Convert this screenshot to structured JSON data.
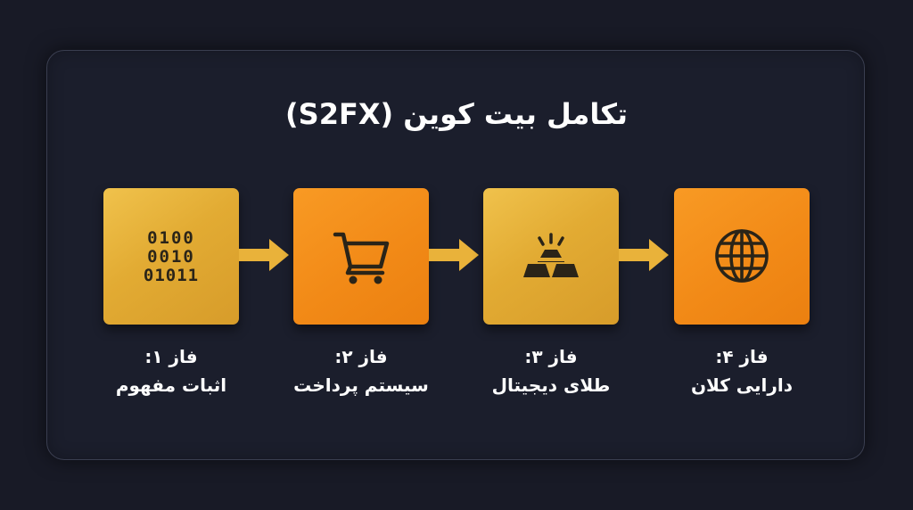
{
  "title": "تکامل بیت کوین (S2FX)",
  "phases": [
    {
      "label": "فاز ۱:",
      "name": "اثبات مفهوم",
      "icon": "binary-code-icon",
      "color": "#e8b53d"
    },
    {
      "label": "فاز ۲:",
      "name": "سیستم پرداخت",
      "icon": "shopping-cart-icon",
      "color": "#f49120"
    },
    {
      "label": "فاز ۳:",
      "name": "طلای دیجیتال",
      "icon": "gold-bars-icon",
      "color": "#e8b53d"
    },
    {
      "label": "فاز ۴:",
      "name": "دارایی کلان",
      "icon": "globe-icon",
      "color": "#f49120"
    }
  ],
  "binary_rows": [
    "0100",
    "0010",
    "01011"
  ],
  "colors": {
    "background": "#181a26",
    "panel": "#1b1e2c",
    "gold": "#e8b53d",
    "orange": "#f49120",
    "arrow": "#e9b23a",
    "icon": "#2a2418"
  }
}
